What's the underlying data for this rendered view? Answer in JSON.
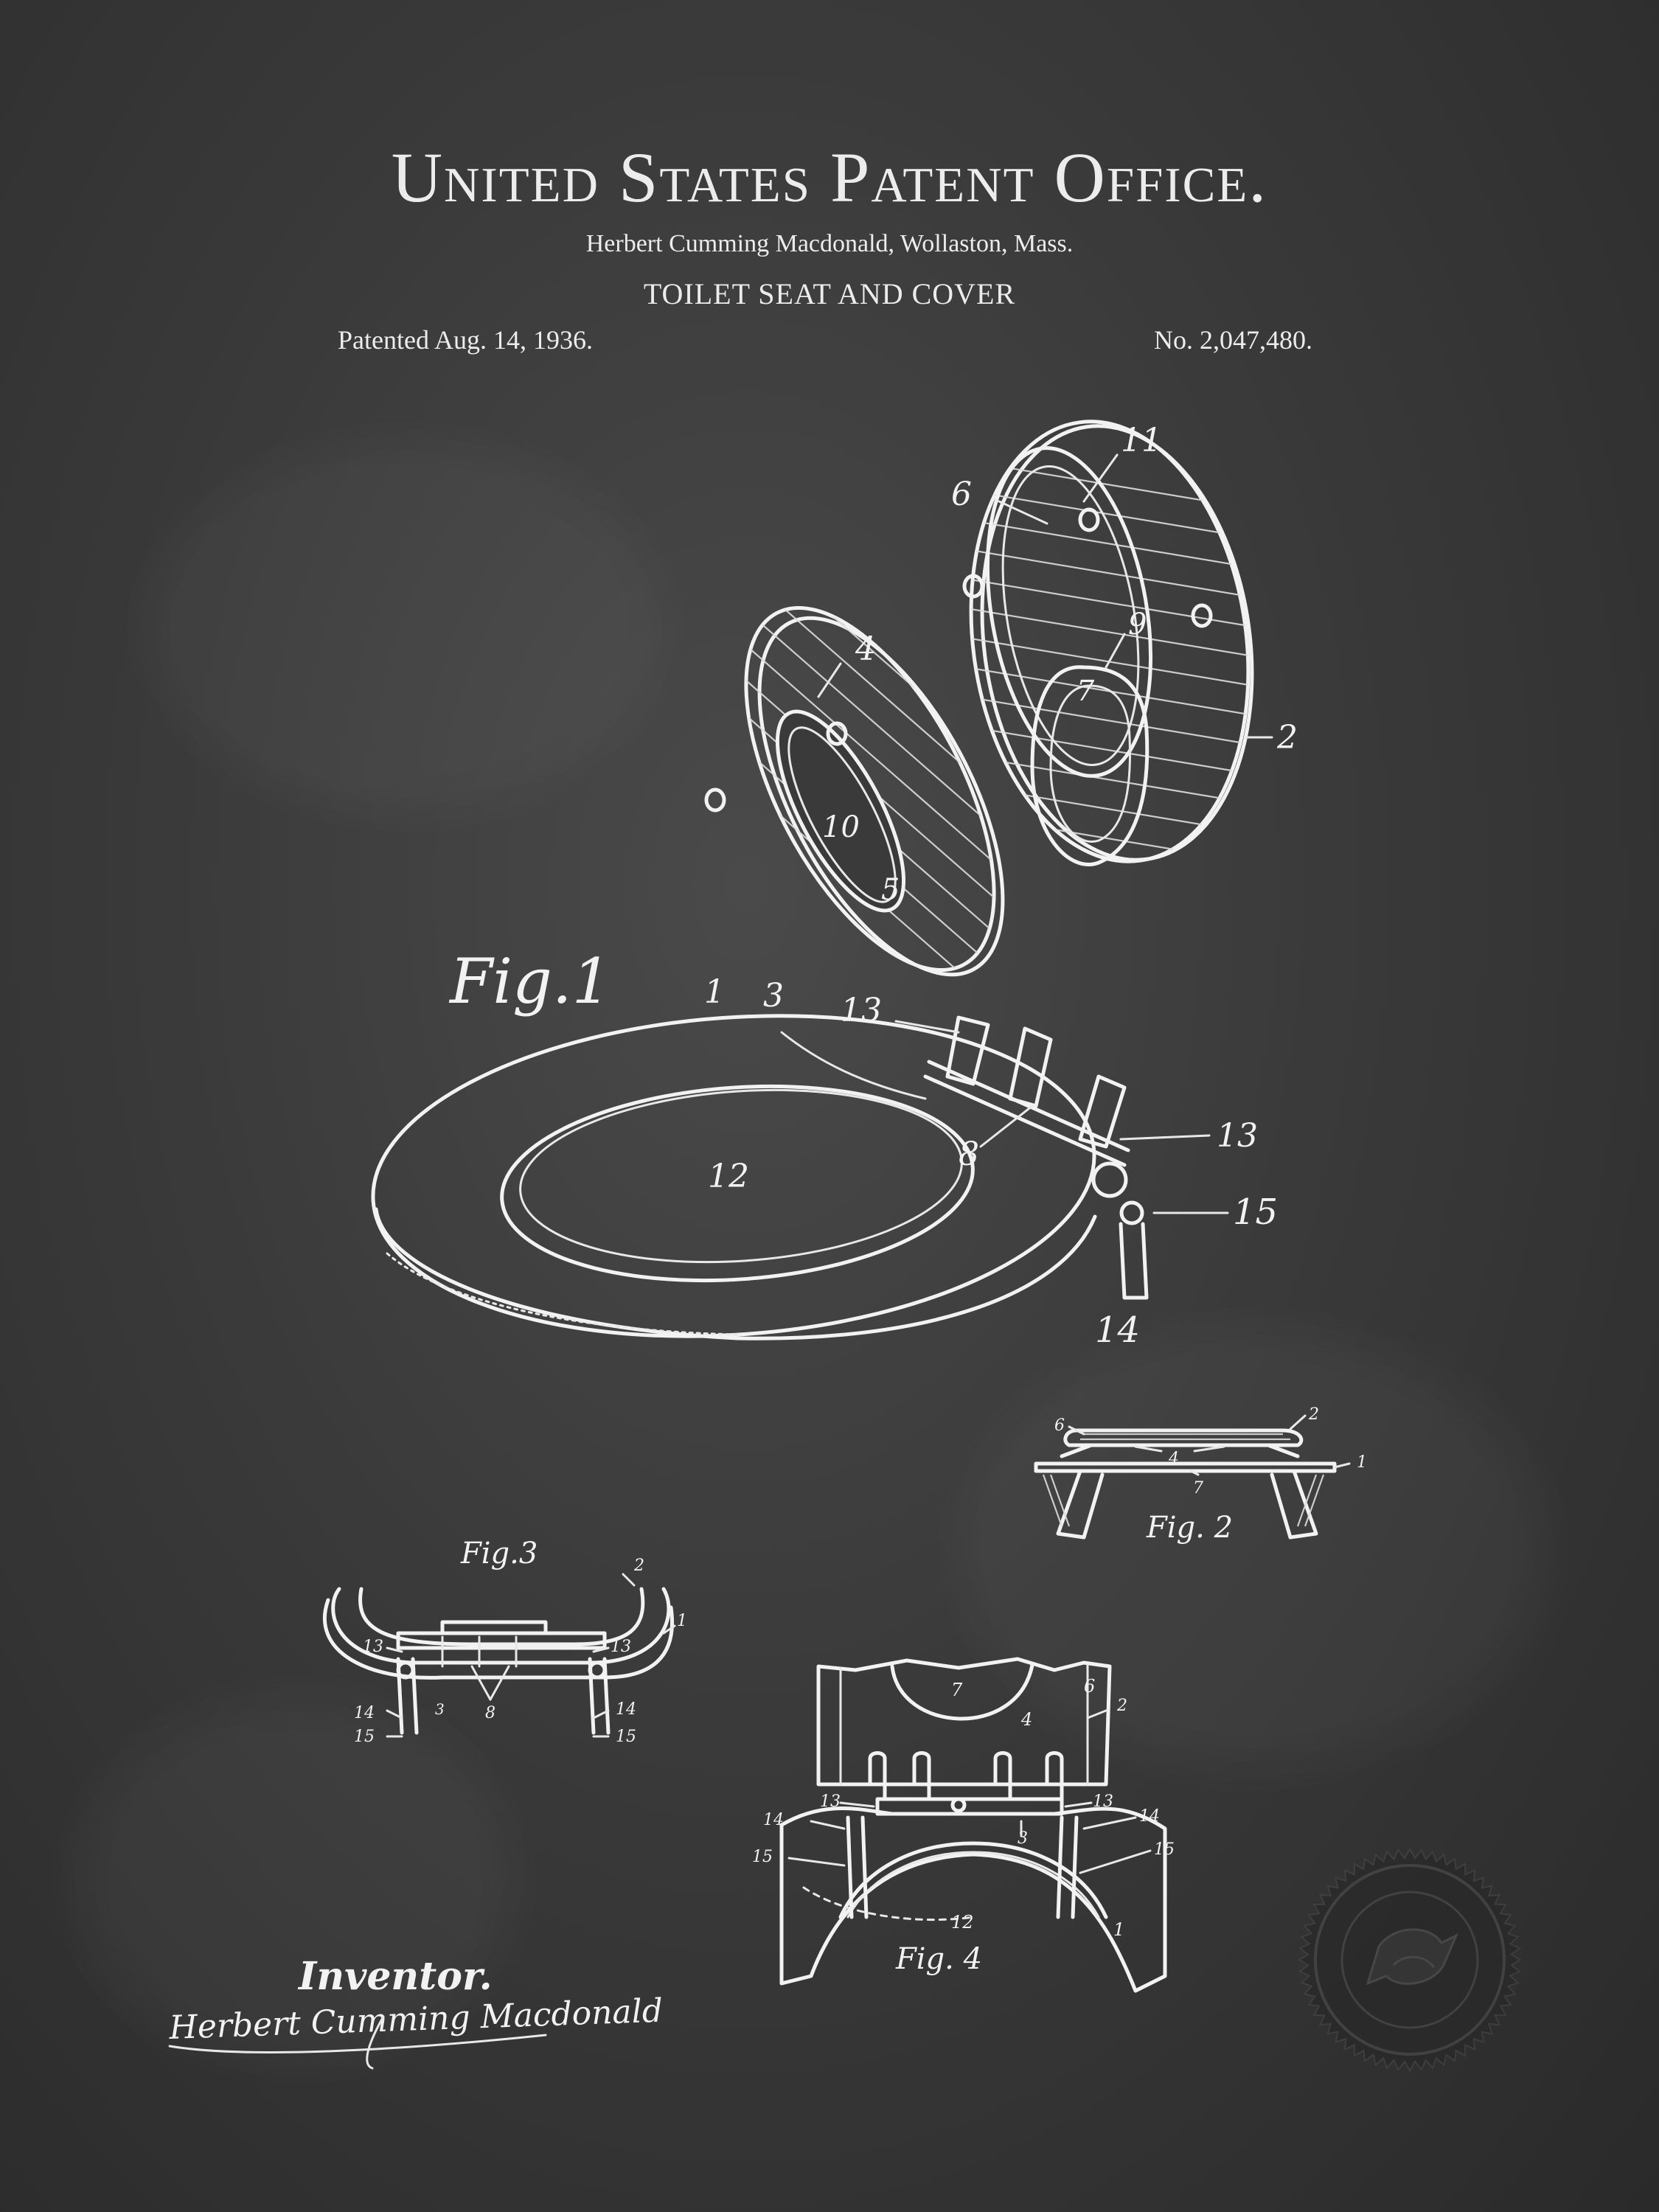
{
  "header": {
    "title": "United States Patent Office.",
    "inventor_line": "Herbert Cumming Macdonald, Wollaston, Mass.",
    "invention": "TOILET SEAT AND COVER",
    "patented": "Patented Aug. 14, 1936.",
    "patent_number": "No. 2,047,480."
  },
  "figures": {
    "fig1": {
      "label": "Fig.1",
      "callouts": [
        "1",
        "2",
        "3",
        "4",
        "5",
        "6",
        "7",
        "8",
        "9",
        "10",
        "11",
        "12",
        "13",
        "13",
        "14",
        "15"
      ]
    },
    "fig2": {
      "label": "Fig. 2",
      "callouts": [
        "6",
        "2",
        "4",
        "1",
        "7"
      ]
    },
    "fig3": {
      "label": "Fig.3",
      "callouts": [
        "2",
        "1",
        "13",
        "13",
        "14",
        "14",
        "15",
        "15",
        "3",
        "8"
      ]
    },
    "fig4": {
      "label": "Fig. 4",
      "callouts": [
        "7",
        "6",
        "2",
        "4",
        "13",
        "13",
        "14",
        "14",
        "15",
        "15",
        "3",
        "12",
        "1"
      ]
    }
  },
  "signature": {
    "heading": "Inventor.",
    "name": "Herbert Cumming Macdonald"
  },
  "seal": {
    "icon": "eagle-seal-icon"
  },
  "colors": {
    "background": "#3a3a3a",
    "ink": "#f2f2f2"
  }
}
